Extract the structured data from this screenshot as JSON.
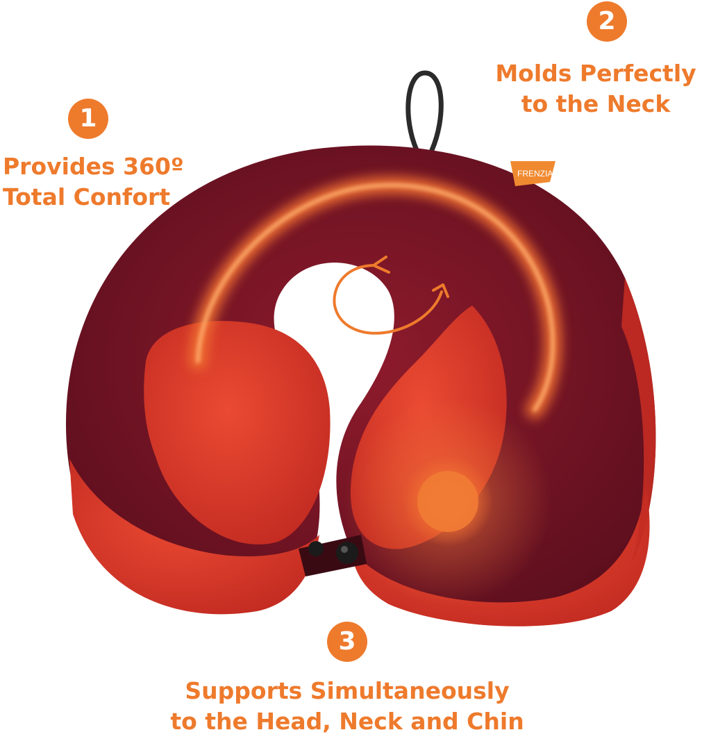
{
  "callouts": [
    {
      "number": "1",
      "line1": "Provides 360º",
      "line2": "Total Confort"
    },
    {
      "number": "2",
      "line1": "Molds Perfectly",
      "line2": "to the Neck"
    },
    {
      "number": "3",
      "line1": "Supports Simultaneously",
      "line2": "to the Head, Neck and Chin"
    }
  ],
  "brand_tag": "FRENZIA",
  "colors": {
    "accent": "#ee7a2c",
    "pillow_dark": "#7a1526",
    "pillow_red": "#d8382a",
    "glow": "#f07030"
  },
  "icons": [
    "rotate-arrow-icon",
    "heat-glow-icon",
    "snap-button-icon"
  ]
}
